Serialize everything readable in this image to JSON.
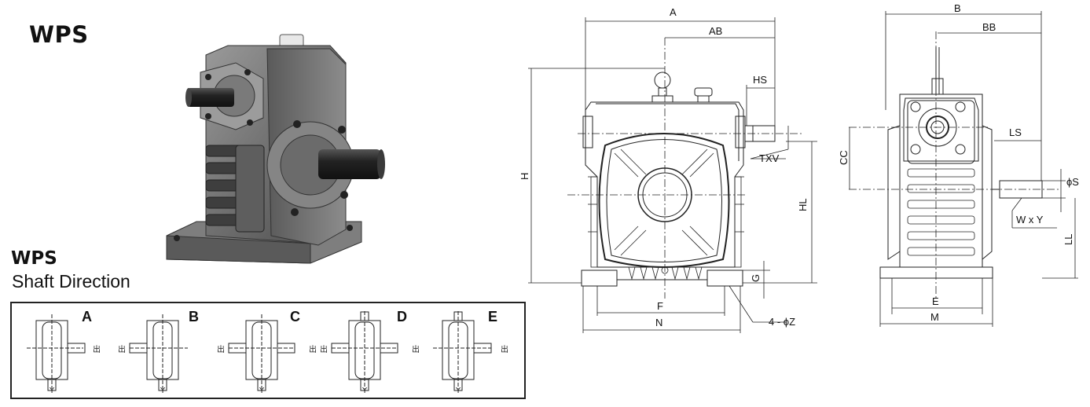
{
  "header": {
    "title": "WPS"
  },
  "shaft_section": {
    "title": "WPS",
    "caption": "Shaft Direction",
    "options": [
      "A",
      "B",
      "C",
      "D",
      "E"
    ],
    "input_mark": "Y",
    "output_mark": "出"
  },
  "front_view": {
    "dims": {
      "A": "A",
      "AB": "AB",
      "HS": "HS",
      "TXV": "TXV",
      "H": "H",
      "HL": "HL",
      "G": "G",
      "F": "F",
      "N": "N",
      "Z": "4 - ϕZ"
    }
  },
  "side_view": {
    "dims": {
      "B": "B",
      "BB": "BB",
      "LS": "LS",
      "CC": "CC",
      "S": "ϕS",
      "WY": "W x Y",
      "LL": "LL",
      "E": "E",
      "M": "M"
    }
  }
}
